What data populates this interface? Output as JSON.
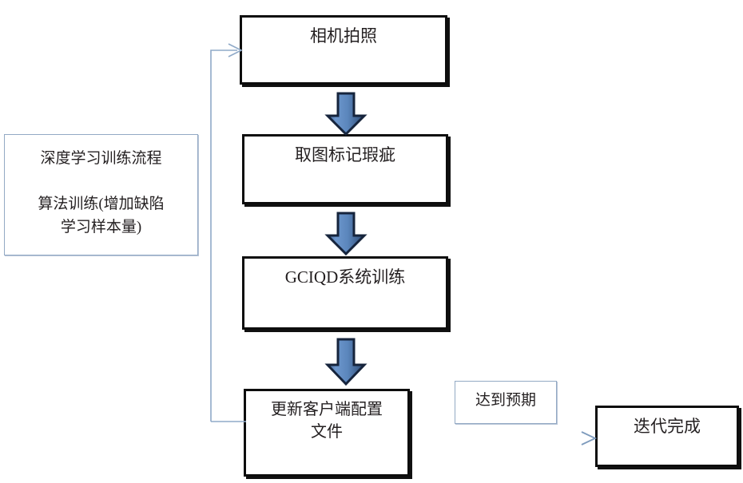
{
  "diagram": {
    "title": "深度学习训练流程",
    "type": "flowchart",
    "accent_arrow_fill": "#5b8ac4",
    "accent_arrow_stroke": "#1f3864",
    "thin_line_color": "#8faac8",
    "box_border_color": "#0d0d0d",
    "annotation_border_color": "#93a9c4"
  },
  "annotation_box": {
    "name": "deep-learning-training-process-note",
    "line1": "深度学习训练流程",
    "line2": "算法训练(增加缺陷",
    "line3": "学习样本量)"
  },
  "nodes": [
    {
      "id": "camera-capture",
      "label": "相机拍照"
    },
    {
      "id": "mark-defects",
      "label": "取图标记瑕疵"
    },
    {
      "id": "gciqd-training",
      "label": "GCIQD系统训练"
    },
    {
      "id": "update-config",
      "label": "更新客户端配置\n文件"
    },
    {
      "id": "iteration-done",
      "label": "迭代完成"
    }
  ],
  "edge_labels": [
    {
      "id": "meets-expectation",
      "label": "达到预期"
    }
  ],
  "connectors": [
    {
      "id": "arrow-capture-to-mark",
      "kind": "block-arrow",
      "direction": "down"
    },
    {
      "id": "arrow-mark-to-training",
      "kind": "block-arrow",
      "direction": "down"
    },
    {
      "id": "arrow-training-to-config",
      "kind": "block-arrow",
      "direction": "down"
    },
    {
      "id": "feedback-config-to-capture",
      "kind": "thin-line",
      "direction": "left-up-right"
    },
    {
      "id": "arrow-config-to-done",
      "kind": "thin-line",
      "direction": "right"
    }
  ]
}
